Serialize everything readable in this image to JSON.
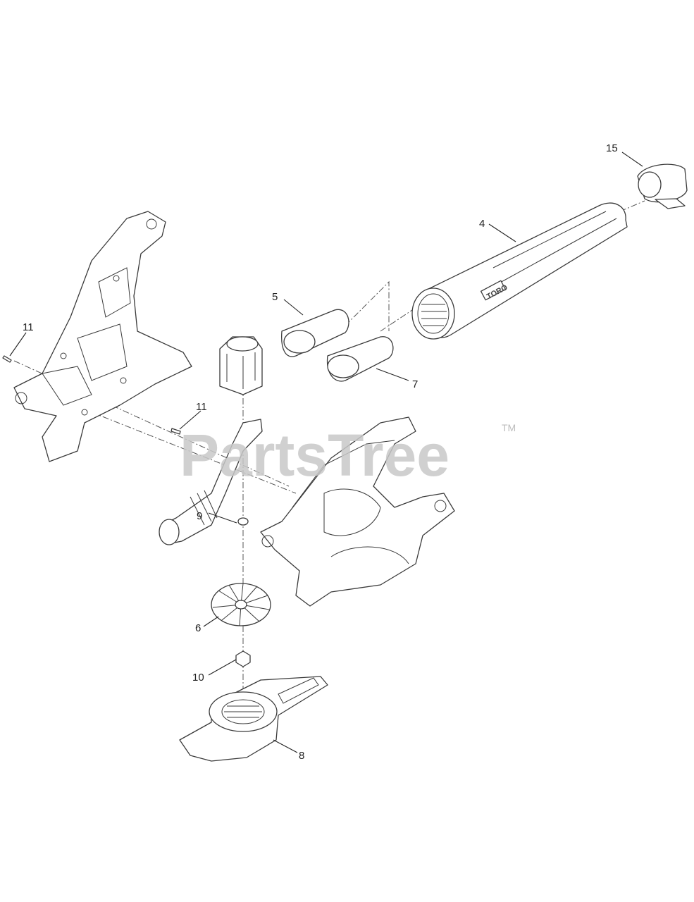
{
  "diagram": {
    "callouts": [
      {
        "id": "c15",
        "label": "15"
      },
      {
        "id": "c4",
        "label": "4"
      },
      {
        "id": "c5",
        "label": "5"
      },
      {
        "id": "c7",
        "label": "7"
      },
      {
        "id": "c11a",
        "label": "11"
      },
      {
        "id": "c11b",
        "label": "11"
      },
      {
        "id": "c9",
        "label": "9"
      },
      {
        "id": "c6",
        "label": "6"
      },
      {
        "id": "c10",
        "label": "10"
      },
      {
        "id": "c8",
        "label": "8"
      }
    ],
    "tube_brand": "TORO"
  },
  "watermark": {
    "text": "PartsTree",
    "trademark": "TM"
  }
}
